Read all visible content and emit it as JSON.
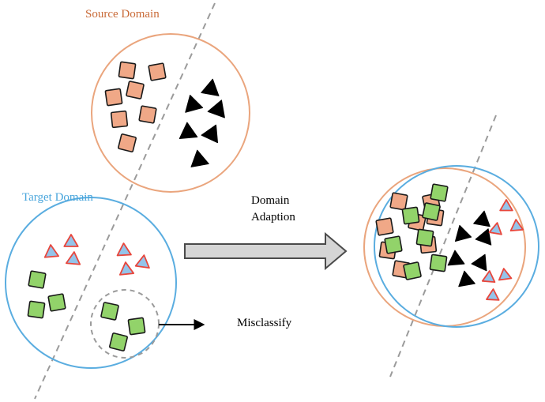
{
  "labels": {
    "source_domain": "Source Domain",
    "target_domain": "Target Domain",
    "domain_adaption": "Domain Adaption",
    "misclassify": "Misclassify"
  },
  "colors": {
    "source_circle": "#eaa57d",
    "source_label": "#c96a37",
    "target_circle": "#5aade0",
    "target_label": "#4aa6dc",
    "source_square": "#f0a887",
    "target_square": "#92d36a",
    "triangle_fill": "#94c4ea",
    "triangle_stroke": "#e8463c",
    "source_triangle": "#000000",
    "boundary": "#9b9b9b",
    "arrow_fill": "#d5d5d5",
    "arrow_stroke": "#4a4a4a"
  }
}
